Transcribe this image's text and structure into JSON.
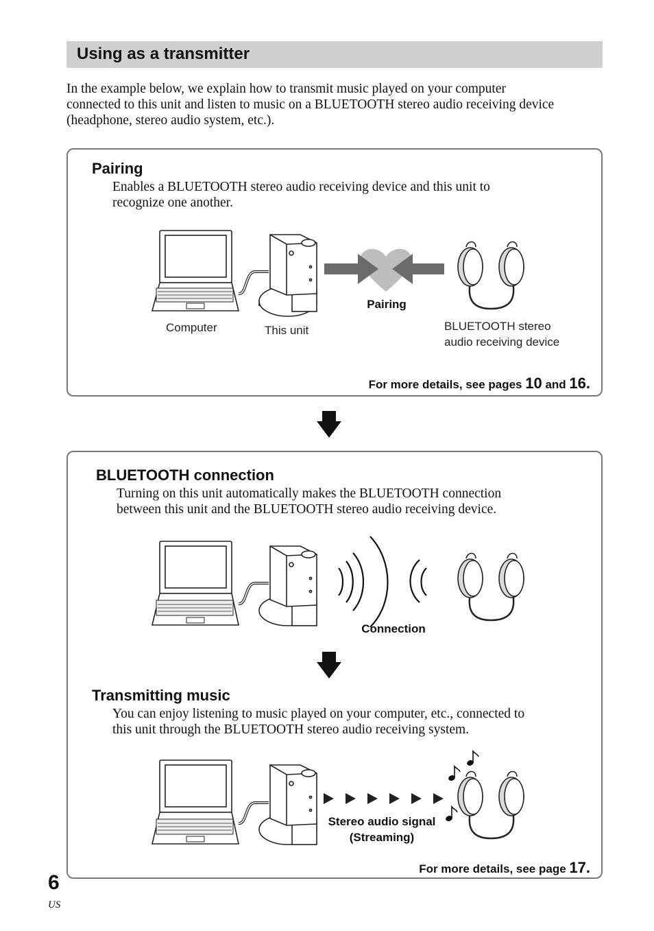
{
  "section_title": "Using as a transmitter",
  "intro_line1": "In the example below, we explain how to transmit music played on your computer",
  "intro_line2": "connected to this unit and listen to music on a BLUETOOTH stereo audio receiving device",
  "intro_line3": "(headphone, stereo audio system, etc.).",
  "pairing": {
    "heading": "Pairing",
    "desc_line1": "Enables a BLUETOOTH stereo audio receiving device and this unit to",
    "desc_line2": "recognize one another.",
    "computer_label": "Computer",
    "unit_label": "This unit",
    "pairing_label": "Pairing",
    "device_label_line1": "BLUETOOTH stereo",
    "device_label_line2": "audio receiving device",
    "more_prefix": "For more details, see pages ",
    "more_page1": "10",
    "more_and": " and ",
    "more_page2": "16",
    "more_suffix": "."
  },
  "connection": {
    "heading": "BLUETOOTH connection",
    "desc_line1": "Turning on this unit automatically makes the BLUETOOTH connection",
    "desc_line2": "between this unit and the BLUETOOTH stereo audio receiving device.",
    "connection_label": "Connection"
  },
  "transmitting": {
    "heading": "Transmitting music",
    "desc_line1": "You can enjoy listening to music played on your computer, etc., connected to",
    "desc_line2": "this unit through the BLUETOOTH stereo audio receiving system.",
    "signal_label_line1": "Stereo audio signal",
    "signal_label_line2": "(Streaming)",
    "more_prefix": "For more details, see page ",
    "more_page": "17",
    "more_suffix": "."
  },
  "page_number": "6",
  "region_code": "US",
  "icons": [
    "laptop-icon",
    "transmitter-unit-icon",
    "headphones-icon",
    "heart-icon",
    "arrow-down-icon",
    "radio-wave-icon",
    "music-note-icon",
    "play-triangle-icon"
  ]
}
